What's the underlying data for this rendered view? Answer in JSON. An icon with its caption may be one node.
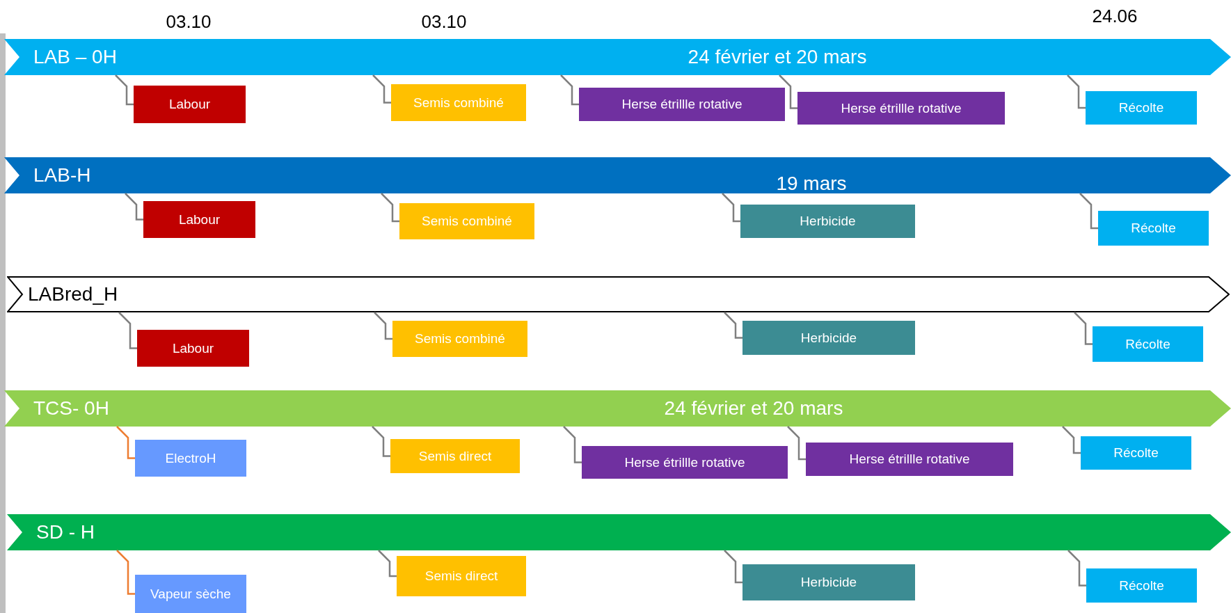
{
  "diagram": {
    "nodes": [
      {
        "text": [
          "LAB – 0H",
          "24 février et 20 mars"
        ]
      },
      {
        "text": [
          "Labour"
        ]
      },
      {
        "text": [
          "Semis combiné"
        ]
      },
      {
        "text": [
          "Herse étrillle rotative"
        ]
      },
      {
        "text": [
          "Herse étrillle rotative"
        ]
      },
      {
        "text": [
          "Récolte"
        ]
      },
      {
        "text": [
          "LAB-H",
          "19 mars"
        ]
      },
      {
        "text": [
          "Labour"
        ]
      },
      {
        "text": [
          "Semis combiné"
        ]
      },
      {
        "text": [
          "Herbicide"
        ]
      },
      {
        "text": [
          "Récolte"
        ]
      },
      {
        "text": [
          "LABred_H"
        ]
      },
      {
        "text": [
          "Labour"
        ]
      },
      {
        "text": [
          "Semis combiné"
        ]
      },
      {
        "text": [
          "Herbicide"
        ]
      },
      {
        "text": [
          "Récolte"
        ]
      },
      {
        "text": [
          "TCS- 0H",
          "24 février et 20 mars"
        ]
      },
      {
        "text": [
          "ElectroH"
        ]
      },
      {
        "text": [
          "Semis direct"
        ]
      },
      {
        "text": [
          "Herse étrillle rotative"
        ]
      },
      {
        "text": [
          "Herse étrillle rotative"
        ]
      },
      {
        "text": [
          "Récolte"
        ]
      },
      {
        "text": [
          "SD - H"
        ]
      },
      {
        "text": [
          "Vapeur sèche"
        ]
      },
      {
        "text": [
          "Semis direct"
        ]
      },
      {
        "text": [
          "Herbicide"
        ]
      },
      {
        "text": [
          "Récolte"
        ]
      }
    ],
    "edges": [
      {
        "from": 0,
        "to": 1,
        "arrow": "none"
      },
      {
        "from": 0,
        "to": 2,
        "arrow": "none"
      },
      {
        "from": 0,
        "to": 3,
        "arrow": "none"
      },
      {
        "from": 0,
        "to": 4,
        "arrow": "none"
      },
      {
        "from": 0,
        "to": 5,
        "arrow": "none"
      },
      {
        "from": 6,
        "to": 7,
        "arrow": "none"
      },
      {
        "from": 6,
        "to": 8,
        "arrow": "none"
      },
      {
        "from": 6,
        "to": 9,
        "arrow": "none"
      },
      {
        "from": 6,
        "to": 10,
        "arrow": "none"
      },
      {
        "from": 11,
        "to": 12,
        "arrow": "none"
      },
      {
        "from": 11,
        "to": 13,
        "arrow": "none"
      },
      {
        "from": 11,
        "to": 14,
        "arrow": "none"
      },
      {
        "from": 11,
        "to": 15,
        "arrow": "none"
      },
      {
        "from": 16,
        "to": 17,
        "arrow": "none",
        "color": "#ed7d31"
      },
      {
        "from": 16,
        "to": 18,
        "arrow": "none"
      },
      {
        "from": 16,
        "to": 19,
        "arrow": "none"
      },
      {
        "from": 16,
        "to": 20,
        "arrow": "none"
      },
      {
        "from": 16,
        "to": 21,
        "arrow": "none"
      },
      {
        "from": 22,
        "to": 23,
        "arrow": "none",
        "color": "#ed7d31"
      },
      {
        "from": 22,
        "to": 24,
        "arrow": "none"
      },
      {
        "from": 22,
        "to": 25,
        "arrow": "none"
      },
      {
        "from": 22,
        "to": 26,
        "arrow": "none"
      }
    ],
    "labels": [
      "03.10",
      "03.10",
      "24.06"
    ]
  }
}
